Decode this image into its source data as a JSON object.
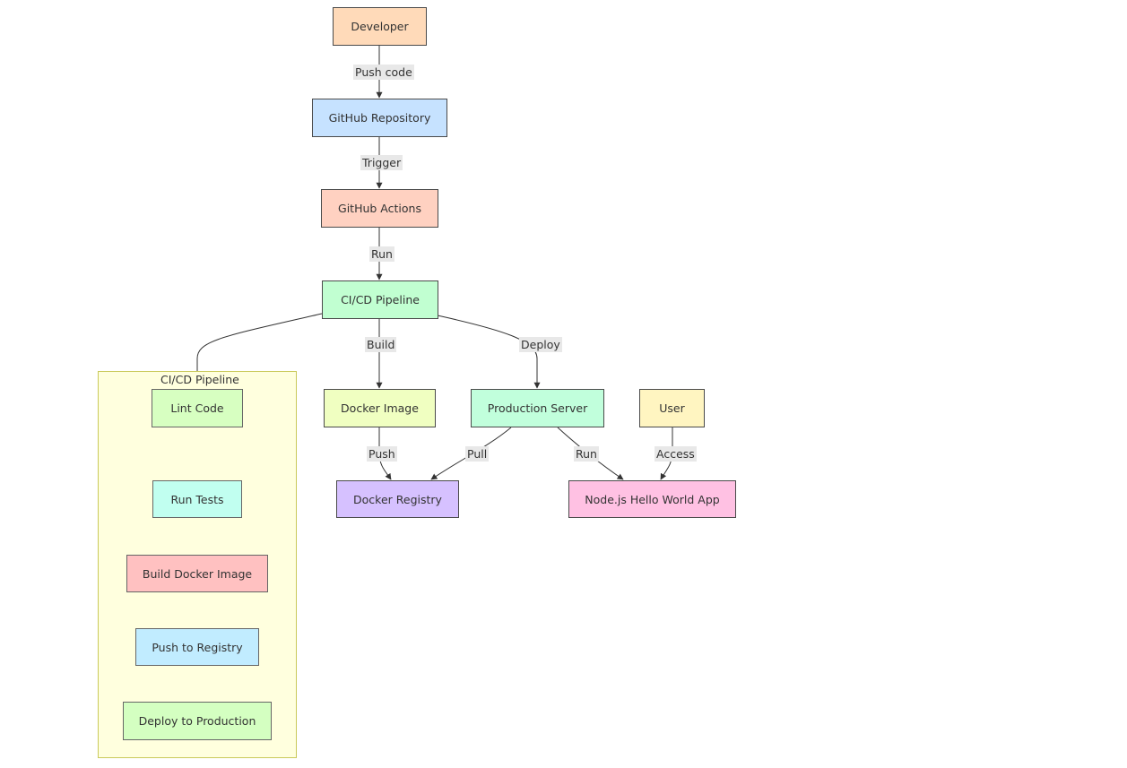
{
  "nodes": {
    "developer": {
      "label": "Developer",
      "color": "#ffdab9"
    },
    "github_repo": {
      "label": "GitHub Repository",
      "color": "#c6e2ff"
    },
    "github_actions": {
      "label": "GitHub Actions",
      "color": "#ffd1c1"
    },
    "cicd": {
      "label": "CI/CD Pipeline",
      "color": "#c1ffd1"
    },
    "docker_image": {
      "label": "Docker Image",
      "color": "#f0ffc1"
    },
    "production_server": {
      "label": "Production Server",
      "color": "#c1ffdc"
    },
    "user": {
      "label": "User",
      "color": "#fff5c1"
    },
    "docker_registry": {
      "label": "Docker Registry",
      "color": "#d6c1ff"
    },
    "nodejs_app": {
      "label": "Node.js Hello World App",
      "color": "#ffc1e3"
    },
    "lint_code": {
      "label": "Lint Code",
      "color": "#d7ffc1"
    },
    "run_tests": {
      "label": "Run Tests",
      "color": "#c1fff0"
    },
    "build_docker_image": {
      "label": "Build Docker Image",
      "color": "#ffc1c1"
    },
    "push_to_registry": {
      "label": "Push to Registry",
      "color": "#c1ecff"
    },
    "deploy_to_production": {
      "label": "Deploy to Production",
      "color": "#d4ffc1"
    }
  },
  "subgraph": {
    "title": "CI/CD Pipeline"
  },
  "edges": [
    {
      "id": "developer-repo",
      "label": "Push code"
    },
    {
      "id": "repo-actions",
      "label": "Trigger"
    },
    {
      "id": "actions-cicd",
      "label": "Run"
    },
    {
      "id": "cicd-lint",
      "label": ""
    },
    {
      "id": "cicd-image",
      "label": "Build"
    },
    {
      "id": "cicd-server",
      "label": "Deploy"
    },
    {
      "id": "image-registry",
      "label": "Push"
    },
    {
      "id": "server-registry",
      "label": "Pull"
    },
    {
      "id": "server-app",
      "label": "Run"
    },
    {
      "id": "user-app",
      "label": "Access"
    },
    {
      "id": "lint-tests",
      "label": ""
    },
    {
      "id": "tests-build",
      "label": ""
    },
    {
      "id": "build-push",
      "label": ""
    },
    {
      "id": "push-deploy",
      "label": ""
    }
  ]
}
